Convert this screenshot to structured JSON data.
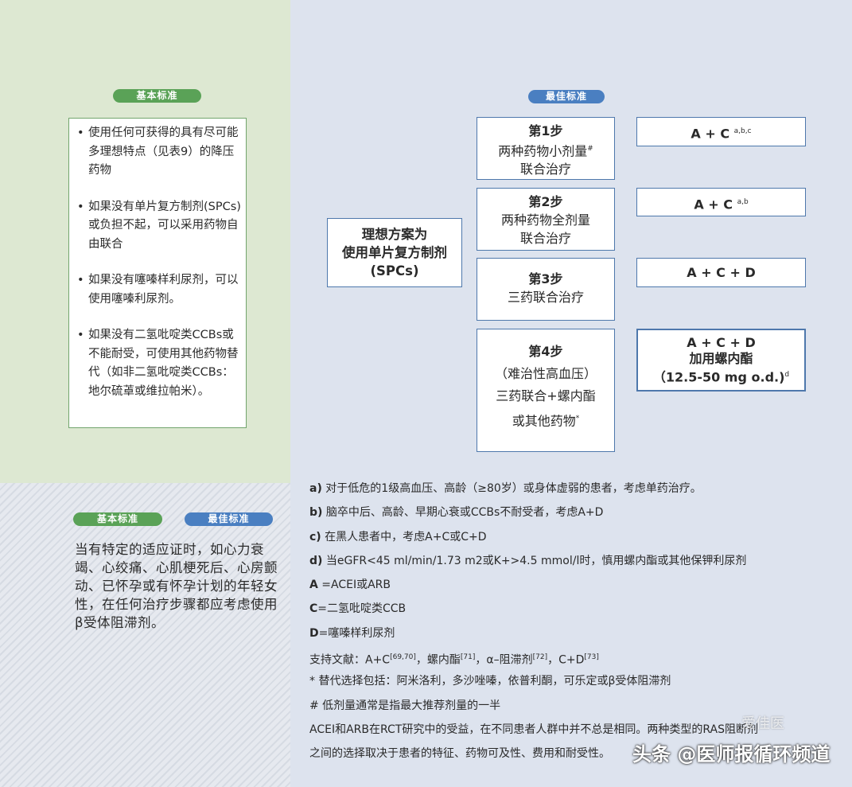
{
  "basic_panel": {
    "badge": "基本标准",
    "items": [
      "使用任何可获得的具有尽可能多理想特点（见表9）的降压药物",
      "如果没有单片复方制剂(SPCs)或负担不起，可以采用药物自由联合",
      "如果没有噻嗪样利尿剂，可以使用噻嗪利尿剂。",
      "如果没有二氢吡啶类CCBs或不能耐受，可使用其他药物替代（如非二氢吡啶类CCBs：地尔硫䓬或维拉帕米）。"
    ]
  },
  "best_panel": {
    "badge": "最佳标准",
    "ideal": [
      "理想方案为",
      "使用单片复方制剂",
      "(SPCs)"
    ],
    "steps": [
      {
        "title": "第1步",
        "line1": "两种药物小剂量",
        "mark": "#",
        "line2": "联合治疗"
      },
      {
        "title": "第2步",
        "line1": "两种药物全剂量",
        "line2": "联合治疗"
      },
      {
        "title": "第3步",
        "line1": "三药联合治疗"
      },
      {
        "title": "第4步",
        "line1": "（难治性高血压）",
        "line2": "三药联合+螺内酯",
        "line3": "或其他药物",
        "mark": "*"
      }
    ],
    "results": [
      {
        "text": "A + C",
        "sup": "a,b,c"
      },
      {
        "text": "A + C",
        "sup": "a,b"
      },
      {
        "text": "A + C + D"
      },
      {
        "line1": "A + C + D",
        "line2": "加用螺内酯",
        "line3": "（12.5-50 mg o.d.)",
        "sup": "d"
      }
    ]
  },
  "bottom_panel": {
    "badge_basic": "基本标准",
    "badge_best": "最佳标准",
    "text": "当有特定的适应证时，如心力衰竭、心绞痛、心肌梗死后、心房颤动、已怀孕或有怀孕计划的年轻女性，在任何治疗步骤都应考虑使用β受体阻滞剂。"
  },
  "notes": {
    "a": {
      "label": "a)",
      "text": " 对于低危的1级高血压、高龄（≥80岁）或身体虚弱的患者，考虑单药治疗。"
    },
    "b": {
      "label": "b)",
      "text": " 脑卒中后、高龄、早期心衰或CCBs不耐受者，考虑A+D"
    },
    "c": {
      "label": "c)",
      "text": " 在黑人患者中，考虑A+C或C+D"
    },
    "d": {
      "label": "d)",
      "text": " 当eGFR<45 ml/min/1.73 m2或K+>4.5 mmol/l时，慎用螺内酯或其他保钾利尿剂"
    },
    "A": {
      "label": "A",
      "text": " =ACEI或ARB"
    },
    "C": {
      "label": "C",
      "text": "=二氢吡啶类CCB"
    },
    "D": {
      "label": "D",
      "text": "=噻嗪样利尿剂"
    },
    "refs": {
      "prefix": "支持文献：A+C",
      "r1": "[69,70]",
      "t2": "，螺内酯",
      "r2": "[71]",
      "t3": "，α–阻滞剂",
      "r3": "[72]",
      "t4": "，C+D",
      "r4": "[73]"
    },
    "star": "* 替代选择包括：阿米洛利，多沙唑嗪，依普利酮，可乐定或β受体阻滞剂",
    "hash": "# 低剂量通常是指最大推荐剂量的一半",
    "para1": "ACEI和ARB在RCT研究中的受益，在不同患者人群中并不总是相同。两种类型的RAS阻断剂",
    "para2": "之间的选择取决于患者的特征、药物可及性、费用和耐受性。"
  },
  "watermark": {
    "main": "头条 @医师报循环频道",
    "faint": "爱佳医"
  }
}
